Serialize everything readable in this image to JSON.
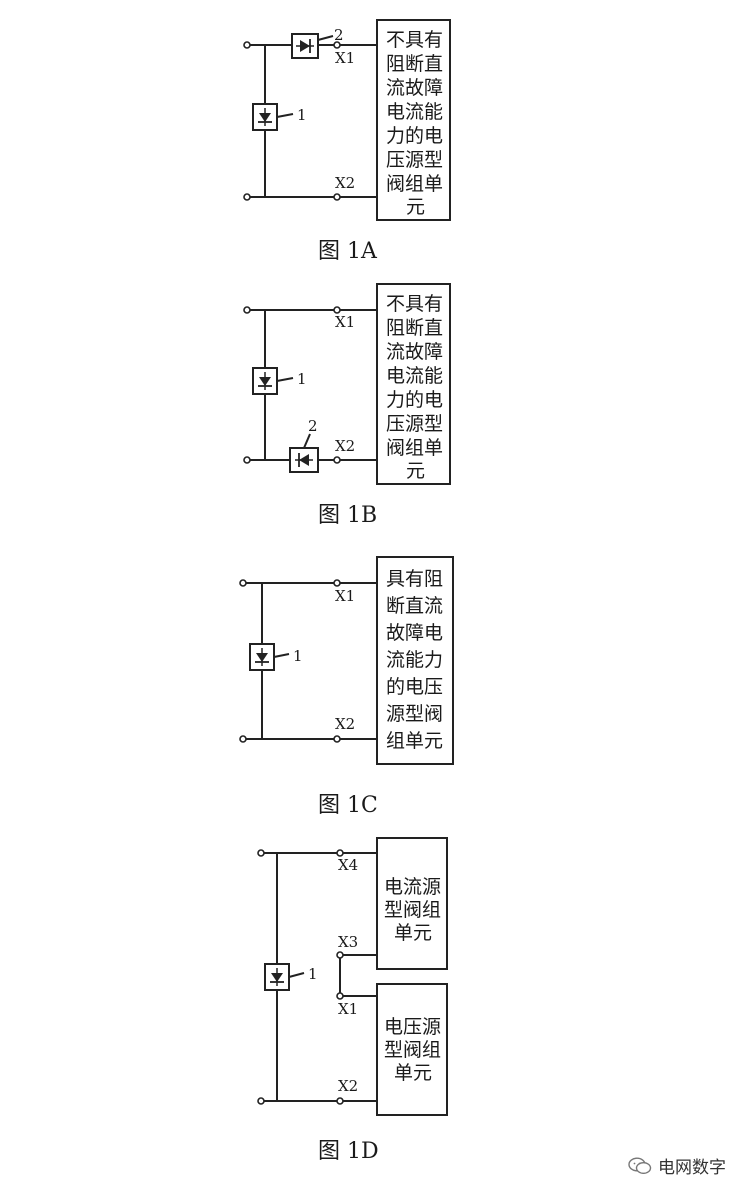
{
  "figures": [
    {
      "caption": "图 1A",
      "unit_lines": [
        "不具有",
        "阻断直",
        "流故障",
        "电流能",
        "力的电",
        "压源型",
        "阀组单",
        "元"
      ],
      "terminals": {
        "top": "X1",
        "bottom": "X2"
      },
      "diode1_label": "1",
      "diode2_label": "2"
    },
    {
      "caption": "图 1B",
      "unit_lines": [
        "不具有",
        "阻断直",
        "流故障",
        "电流能",
        "力的电",
        "压源型",
        "阀组单",
        "元"
      ],
      "terminals": {
        "top": "X1",
        "bottom": "X2"
      },
      "diode1_label": "1",
      "diode2_label": "2"
    },
    {
      "caption": "图 1C",
      "unit_lines": [
        "具有阻",
        "断直流",
        "故障电",
        "流能力",
        "的电压",
        "源型阀",
        "组单元"
      ],
      "terminals": {
        "top": "X1",
        "bottom": "X2"
      },
      "diode1_label": "1"
    },
    {
      "caption": "图 1D",
      "upper_unit_lines": [
        "电流源",
        "型阀组",
        "单元"
      ],
      "lower_unit_lines": [
        "电压源",
        "型阀组",
        "单元"
      ],
      "terminals": {
        "x4": "X4",
        "x3": "X3",
        "x1": "X1",
        "x2": "X2"
      },
      "diode1_label": "1"
    }
  ],
  "watermark": {
    "text": "电网数字",
    "icon": "wechat-icon"
  }
}
